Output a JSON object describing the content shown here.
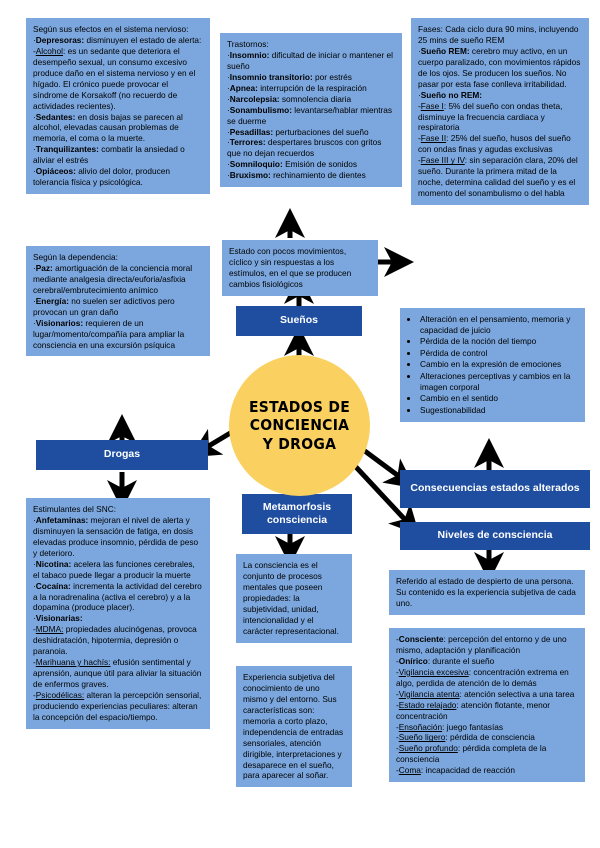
{
  "diagram": {
    "title": "ESTADOS DE CONCIENCIA Y DROGA",
    "center_label_lines": [
      "ESTADOS DE",
      "CONCIENCIA",
      "Y DROGA"
    ],
    "colors": {
      "light_box": "#7BA7DE",
      "dark_bar": "#1F4EA1",
      "center_circle": "#FAD160",
      "connector": "#000000",
      "text_dark": "#000000",
      "text_light": "#FFFFFF"
    }
  },
  "branches": {
    "drogas_label": "Drogas",
    "suenos_label": "Sueños",
    "metamorfosis_label": "Metamorfosis consciencia",
    "consecuencias_label": "Consecuencias estados alterados",
    "niveles_label": "Niveles de consciencia"
  },
  "boxes": {
    "efectos_sistema_nervioso": {
      "name": "Según sus efectos en el sistema nervioso",
      "lines": [
        {
          "type": "plain",
          "text": "Según sus efectos en el sistema nervioso:"
        },
        {
          "type": "term",
          "prefix": "·",
          "term": "Depresoras:",
          "text": " disminuyen el estado de alerta:"
        },
        {
          "type": "underline",
          "prefix": "-",
          "term": "Alcohol",
          "text": ": es un sedante que deteriora el desempeño sexual, un consumo excesivo produce daño en el sistema nervioso y en el hígado. El crónico puede provocar el síndrome de Korsakoff (no recuerdo de actividades recientes)."
        },
        {
          "type": "term",
          "prefix": "·",
          "term": "Sedantes:",
          "text": " en dosis bajas se parecen al alcohol, elevadas causan problemas de memoria, el coma o la muerte."
        },
        {
          "type": "term",
          "prefix": "·",
          "term": "Tranquilizantes:",
          "text": " combatir la ansiedad o aliviar el estrés"
        },
        {
          "type": "term",
          "prefix": "·",
          "term": "Opiáceos:",
          "text": " alivio del dolor, producen tolerancia física y psicológica."
        }
      ]
    },
    "segun_dependencia": {
      "name": "Según la dependencia",
      "lines": [
        {
          "type": "plain",
          "text": "Según la dependencia:"
        },
        {
          "type": "term",
          "prefix": "·",
          "term": "Paz:",
          "text": " amortiguación de la conciencia moral mediante analgesia directa/euforia/asfixia cerebral/embrutecimiento anímico"
        },
        {
          "type": "term",
          "prefix": "·",
          "term": "Energía:",
          "text": " no suelen ser adictivos pero provocan un gran daño"
        },
        {
          "type": "term",
          "prefix": "·",
          "term": "Visionarios:",
          "text": " requieren de un lugar/momento/compañía para ampliar la consciencia en una excursión psíquica"
        }
      ]
    },
    "trastornos": {
      "name": "Trastornos",
      "lines": [
        {
          "type": "plain",
          "text": "Trastornos:"
        },
        {
          "type": "term",
          "prefix": "·",
          "term": "Insomnio:",
          "text": " dificultad de iniciar o mantener el sueño"
        },
        {
          "type": "term",
          "prefix": "·",
          "term": "Insomnio transitorio:",
          "text": " por estrés"
        },
        {
          "type": "term",
          "prefix": "·",
          "term": "Apnea:",
          "text": " interrupción de la respiración"
        },
        {
          "type": "term",
          "prefix": "·",
          "term": "Narcolepsia:",
          "text": " somnolencia diaria"
        },
        {
          "type": "term",
          "prefix": "·",
          "term": "Sonambulismo:",
          "text": " levantarse/hablar mientras se duerme"
        },
        {
          "type": "term",
          "prefix": "·",
          "term": "Pesadillas:",
          "text": " perturbaciones del sueño"
        },
        {
          "type": "term",
          "prefix": "·",
          "term": "Terrores:",
          "text": " despertares bruscos con gritos que no dejan recuerdos"
        },
        {
          "type": "term",
          "prefix": "·",
          "term": "Somniloquio:",
          "text": " Emisión de sonidos"
        },
        {
          "type": "term",
          "prefix": "·",
          "term": "Bruxismo:",
          "text": " rechinamiento de dientes"
        }
      ]
    },
    "estado_suenos": {
      "name": "Estado con pocos movimientos",
      "lines": [
        {
          "type": "plain",
          "text": "Estado con pocos movimientos, cíclico y sin respuestas a los estímulos, en el que se producen cambios fisiológicos"
        }
      ]
    },
    "fases": {
      "name": "Fases del sueño",
      "lines": [
        {
          "type": "plain",
          "text": "Fases: Cada ciclo dura 90 mins, incluyendo 25 mins de sueño REM"
        },
        {
          "type": "term",
          "prefix": "·",
          "term": "Sueño REM:",
          "text": " cerebro muy activo, en un cuerpo paralizado, con movimientos rápidos de los ojos. Se producen los sueños. No pasar por esta fase conlleva irritabilidad."
        },
        {
          "type": "term",
          "prefix": "·",
          "term": "Sueño no REM:",
          "text": ""
        },
        {
          "type": "underline",
          "prefix": "-",
          "term": "Fase I",
          "text": ": 5% del sueño con ondas theta, disminuye la frecuencia cardiaca y respiratoria"
        },
        {
          "type": "underline",
          "prefix": "-",
          "term": "Fase II",
          "text": ": 25% del sueño, husos del sueño con ondas finas y agudas exclusivas"
        },
        {
          "type": "underline",
          "prefix": "-",
          "term": "Fase III y IV",
          "text": ": sin separación clara, 20% del sueño. Durante la primera mitad de la noche, determina calidad del sueño y es el momento del sonambulismo o del habla"
        }
      ]
    },
    "consecuencias_list": {
      "name": "Consecuencias de estados alterados",
      "items": [
        "Alteración en el pensamiento, memoria y capacidad de juicio",
        "Pérdida de la noción del tiempo",
        "Pérdida de control",
        "Cambio en la expresión de emociones",
        "Alteraciones perceptivas y cambios en la imagen corporal",
        "Cambio en el sentido",
        "Sugestionabilidad"
      ]
    },
    "estimulantes": {
      "name": "Estimulantes del SNC",
      "lines": [
        {
          "type": "plain",
          "text": "Estimulantes del SNC:"
        },
        {
          "type": "term",
          "prefix": "·",
          "term": "Anfetaminas:",
          "text": " mejoran el nivel de alerta y disminuyen la sensación de fatiga, en dosis elevadas produce insomnio, pérdida de peso y deterioro."
        },
        {
          "type": "term",
          "prefix": "·",
          "term": "Nicotina:",
          "text": " acelera las funciones cerebrales, el tabaco puede llegar a producir la muerte"
        },
        {
          "type": "term",
          "prefix": "·",
          "term": "Cocaína:",
          "text": " incrementa la actividad del cerebro a la noradrenalina (activa el cerebro) y a la dopamina (produce placer)."
        },
        {
          "type": "term",
          "prefix": "·",
          "term": "Visionarias:",
          "text": ""
        },
        {
          "type": "underline",
          "prefix": "-",
          "term": "MDMA:",
          "text": " propiedades alucinógenas, provoca deshidratación, hipotermia, depresión o paranoia."
        },
        {
          "type": "underline",
          "prefix": "-",
          "term": "Marihuana y hachís:",
          "text": " efusión sentimental y aprensión, aunque útil para aliviar la situación de enfermos graves."
        },
        {
          "type": "underline",
          "prefix": "-",
          "term": "Psicodélicas:",
          "text": " alteran la percepción sensorial, produciendo experiencias peculiares: alteran la concepción del espacio/tiempo."
        }
      ]
    },
    "consciencia_def": {
      "name": "Definición de consciencia",
      "lines": [
        {
          "type": "plain",
          "text": "La consciencia es el conjunto de procesos mentales que poseen propiedades: la subjetividad, unidad, intencionalidad y el carácter representacional."
        }
      ]
    },
    "experiencia_subjetiva": {
      "name": "Experiencia subjetiva",
      "lines": [
        {
          "type": "plain",
          "text": "Experiencia subjetiva del conocimiento de uno mismo y del entorno. Sus características son: memoria a corto plazo, independencia de entradas sensoriales, atención dirigible, interpretaciones y desaparece en el sueño, para aparecer al soñar."
        }
      ]
    },
    "niveles_intro": {
      "name": "Referido al estado de despierto",
      "lines": [
        {
          "type": "plain",
          "text": "Referido al estado de despierto de una persona. Su contenido es la experiencia subjetiva de cada uno."
        }
      ]
    },
    "niveles_detalle": {
      "name": "Niveles de consciencia detalle",
      "lines": [
        {
          "type": "term",
          "prefix": "-",
          "term": "Consciente",
          "text": ": percepción del entorno y de uno mismo, adaptación y planificación"
        },
        {
          "type": "term",
          "prefix": "-",
          "term": "Onírico",
          "text": ": durante el sueño"
        },
        {
          "type": "underline",
          "prefix": "-",
          "term": "Vigilancia excesiva",
          "text": ": concentración extrema en algo, perdida de atención de lo demás"
        },
        {
          "type": "underline",
          "prefix": "-",
          "term": "Vigilancia atenta",
          "text": ": atención selectiva a una tarea"
        },
        {
          "type": "underline",
          "prefix": "-",
          "term": "Estado relajado",
          "text": ": atención flotante, menor concentración"
        },
        {
          "type": "underline",
          "prefix": "-",
          "term": "Ensoñación",
          "text": ": juego fantasías"
        },
        {
          "type": "underline",
          "prefix": "-",
          "term": "Sueño ligero",
          "text": ": pérdida de consciencia"
        },
        {
          "type": "underline",
          "prefix": "-",
          "term": "Sueño profundo",
          "text": ": pérdida completa de la consciencia"
        },
        {
          "type": "underline",
          "prefix": "-",
          "term": "Coma",
          "text": ": incapacidad de reacción"
        }
      ]
    }
  }
}
